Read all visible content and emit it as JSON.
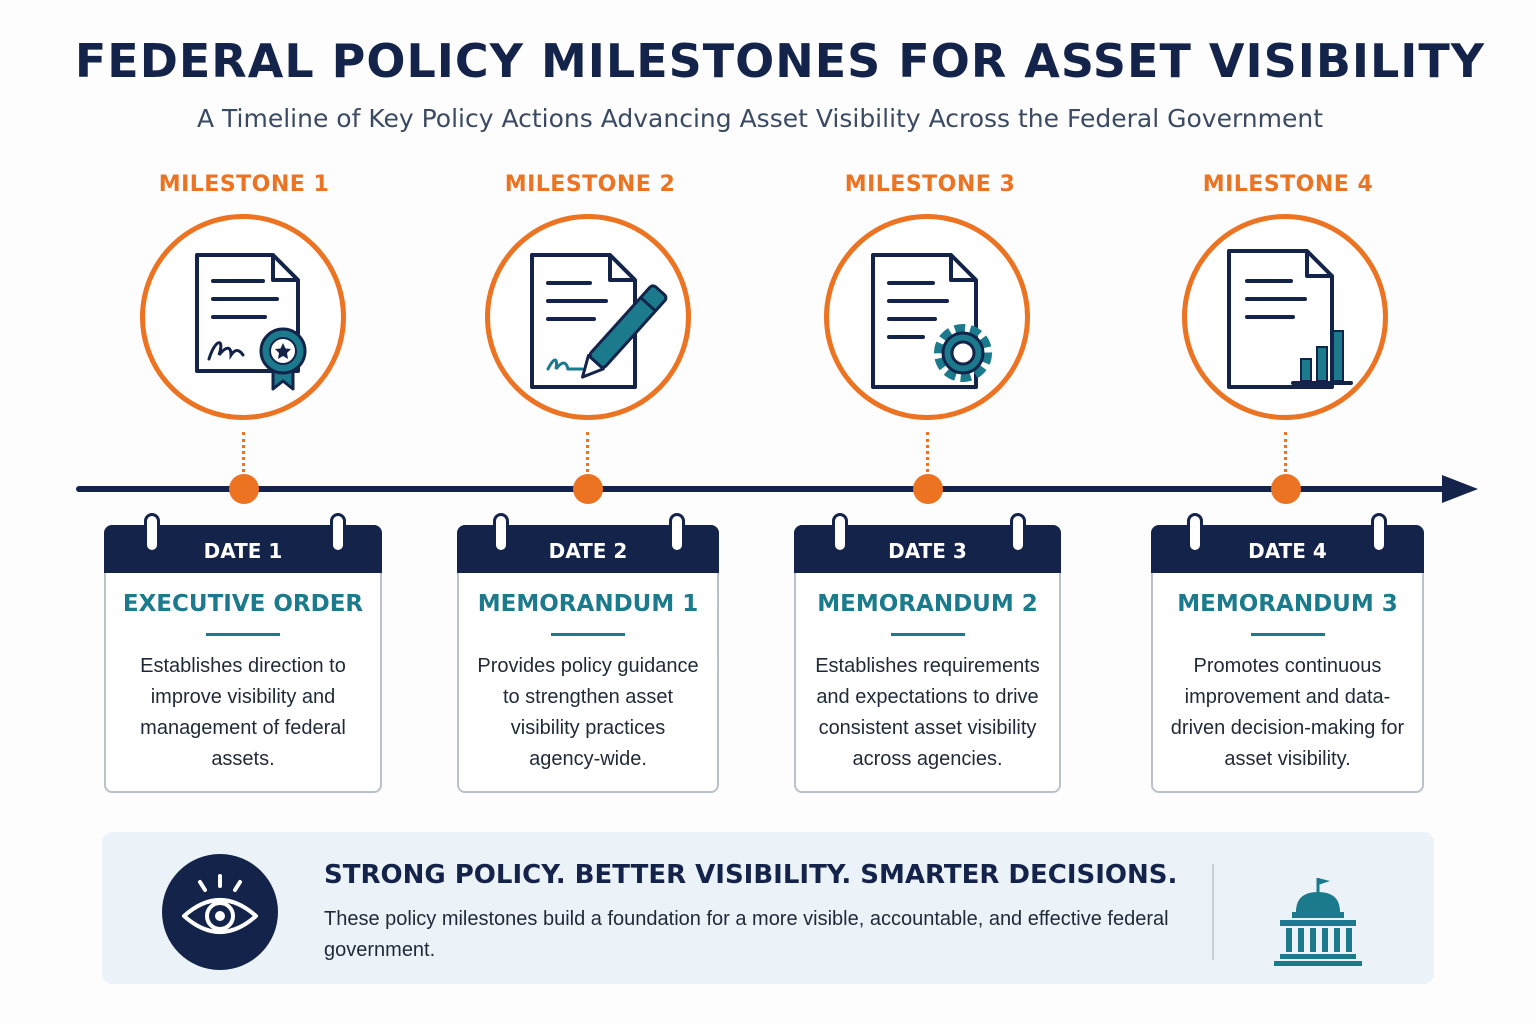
{
  "header": {
    "title": "FEDERAL POLICY MILESTONES FOR ASSET VISIBILITY",
    "subtitle": "A Timeline of Key Policy Actions Advancing Asset Visibility Across the Federal Government"
  },
  "colors": {
    "accent": "#ec7322",
    "navy": "#14234a",
    "teal": "#1b7a8c"
  },
  "milestones": [
    {
      "label": "MILESTONE 1",
      "icon": "certificate-document-icon",
      "date": "DATE 1",
      "title": "EXECUTIVE ORDER",
      "description": "Establishes direction to improve visibility and management of federal assets."
    },
    {
      "label": "MILESTONE 2",
      "icon": "signed-document-pen-icon",
      "date": "DATE 2",
      "title": "MEMORANDUM 1",
      "description": "Provides policy guidance to strengthen asset visibility practices agency-wide."
    },
    {
      "label": "MILESTONE 3",
      "icon": "document-gear-icon",
      "date": "DATE 3",
      "title": "MEMORANDUM 2",
      "description": "Establishes requirements and expectations to drive consistent asset visibility across agencies."
    },
    {
      "label": "MILESTONE 4",
      "icon": "document-chart-icon",
      "date": "DATE 4",
      "title": "MEMORANDUM 3",
      "description": "Promotes continuous improvement and data-driven decision-making for asset visibility."
    }
  ],
  "banner": {
    "heading": "STRONG POLICY. BETTER VISIBILITY. SMARTER DECISIONS.",
    "text": "These policy milestones build a foundation for a more visible, accountable, and effective federal government.",
    "left_icon": "eye-icon",
    "right_icon": "capitol-building-icon"
  }
}
